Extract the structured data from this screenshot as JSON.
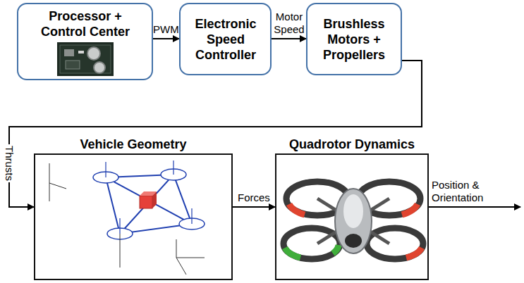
{
  "diagram": {
    "nodes": [
      {
        "text": [
          "Processor + Control Center"
        ]
      },
      {
        "text": [
          "Electronic Speed Controller"
        ]
      },
      {
        "text": [
          "Brushless Motors + Propellers"
        ]
      },
      {
        "text": [
          "Vehicle Geometry"
        ]
      },
      {
        "text": [
          "Quadrotor Dynamics"
        ]
      }
    ],
    "edges": [
      {
        "from": 0,
        "to": 1,
        "arrow": "to",
        "label": "PWM"
      },
      {
        "from": 1,
        "to": 2,
        "arrow": "to",
        "label": "Motor Speed"
      },
      {
        "from": 2,
        "to": 3,
        "arrow": "to",
        "label": "Thrusts"
      },
      {
        "from": 3,
        "to": 4,
        "arrow": "to",
        "label": "Forces"
      }
    ],
    "labels": [
      "Position & Orientation"
    ]
  }
}
